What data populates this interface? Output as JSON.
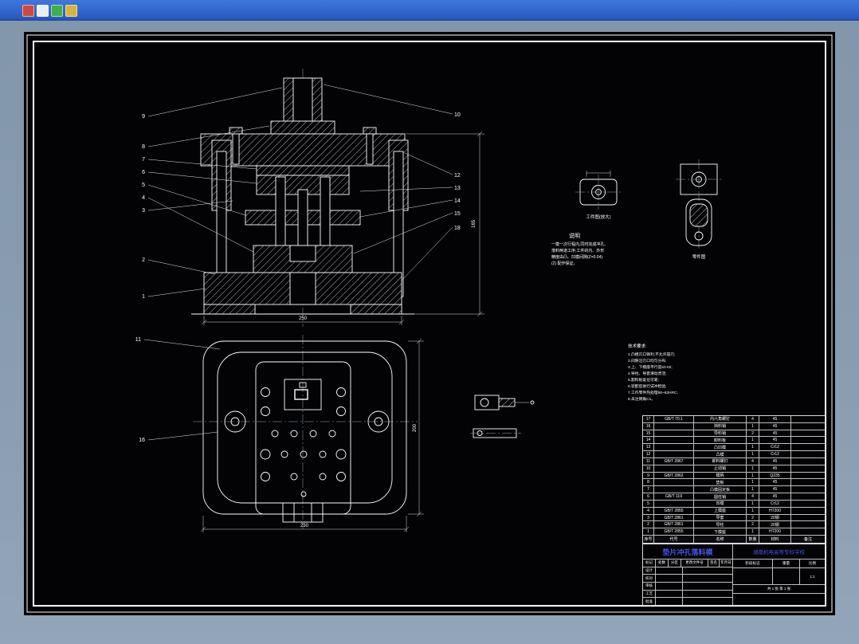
{
  "taskbar": {
    "icon_names": [
      "app-icon-red",
      "app-icon-white",
      "app-icon-green",
      "app-icon-yellow"
    ]
  },
  "colors": {
    "canvas": "#030305",
    "line": "#ffffff",
    "blue_text": "#4355e6",
    "topbar": "#2a5cc0"
  },
  "callouts": {
    "left": [
      "9",
      "8",
      "7",
      "6",
      "5",
      "4",
      "3",
      "2",
      "1"
    ],
    "right": [
      "10",
      "12",
      "13",
      "14",
      "15",
      "18"
    ],
    "plan": [
      "11",
      "16"
    ]
  },
  "dims": {
    "section_width": "250",
    "section_height": "165",
    "plan_width": "250",
    "plan_height": "200"
  },
  "labels": {
    "part_a": "工件图(放大)",
    "part_b": "零件图"
  },
  "notes": {
    "title": "说明",
    "lines": [
      "一模一次行程内,同时完成冲孔、",
      "落料两道工序;工件的内、外形",
      "精度由凸、凹模间隙(Z=0.04)",
      "(2) 配作保证。"
    ]
  },
  "tech": {
    "title": "技术要求:",
    "lines": [
      "1.凸模刃口锋利,不允许崩刃;",
      "2.间隙沿刃口均匀分布;",
      "3.上、下模座平行度≤0.02;",
      "4.导柱、导套滑动灵活;",
      "5.卸料板复位可靠;",
      "6.装配后进行试冲检验;",
      "7.工作零件热处理58~62HRC;",
      "8.未注倒角C1。"
    ]
  },
  "bom": {
    "headers": [
      "序号",
      "代号",
      "名称",
      "数量",
      "材料",
      "备注"
    ],
    "rows": [
      {
        "no": "17",
        "code": "GB/T 70.1",
        "name": "内六角螺钉",
        "qty": "4",
        "mat": "45",
        "note": ""
      },
      {
        "no": "16",
        "code": "",
        "name": "挡料销",
        "qty": "1",
        "mat": "45",
        "note": ""
      },
      {
        "no": "15",
        "code": "",
        "name": "导料销",
        "qty": "2",
        "mat": "45",
        "note": ""
      },
      {
        "no": "14",
        "code": "",
        "name": "卸料板",
        "qty": "1",
        "mat": "45",
        "note": ""
      },
      {
        "no": "13",
        "code": "",
        "name": "凸凹模",
        "qty": "1",
        "mat": "Cr12",
        "note": ""
      },
      {
        "no": "12",
        "code": "",
        "name": "凸模",
        "qty": "1",
        "mat": "Cr12",
        "note": ""
      },
      {
        "no": "11",
        "code": "GB/T 2867",
        "name": "卸料螺钉",
        "qty": "4",
        "mat": "45",
        "note": ""
      },
      {
        "no": "10",
        "code": "",
        "name": "止动销",
        "qty": "1",
        "mat": "45",
        "note": ""
      },
      {
        "no": "9",
        "code": "GB/T 2862",
        "name": "模柄",
        "qty": "1",
        "mat": "Q235",
        "note": ""
      },
      {
        "no": "8",
        "code": "",
        "name": "垫板",
        "qty": "1",
        "mat": "45",
        "note": ""
      },
      {
        "no": "7",
        "code": "",
        "name": "凸模固定板",
        "qty": "1",
        "mat": "45",
        "note": ""
      },
      {
        "no": "6",
        "code": "GB/T 119",
        "name": "圆柱销",
        "qty": "4",
        "mat": "45",
        "note": ""
      },
      {
        "no": "5",
        "code": "",
        "name": "凹模",
        "qty": "1",
        "mat": "Cr12",
        "note": ""
      },
      {
        "no": "4",
        "code": "GB/T 2855",
        "name": "上模座",
        "qty": "1",
        "mat": "HT200",
        "note": ""
      },
      {
        "no": "3",
        "code": "GB/T 2861",
        "name": "导套",
        "qty": "2",
        "mat": "20钢",
        "note": ""
      },
      {
        "no": "2",
        "code": "GB/T 2861",
        "name": "导柱",
        "qty": "2",
        "mat": "20钢",
        "note": ""
      },
      {
        "no": "1",
        "code": "GB/T 2855",
        "name": "下模座",
        "qty": "1",
        "mat": "HT200",
        "note": ""
      }
    ]
  },
  "title_block": {
    "title": "垫片冲孔落料模",
    "school": "湖南机电高等专科学校",
    "field_headers": [
      "标记",
      "处数",
      "分区",
      "更改文件号",
      "签名",
      "年月日"
    ],
    "row_labels": [
      "设计",
      "校对",
      "审核",
      "工艺",
      "批准"
    ],
    "stage_label": "阶段标记",
    "weight_label": "重量",
    "scale_label": "比例",
    "scale_value": "1:1",
    "sheet": "共 1 张 第 1 张"
  }
}
